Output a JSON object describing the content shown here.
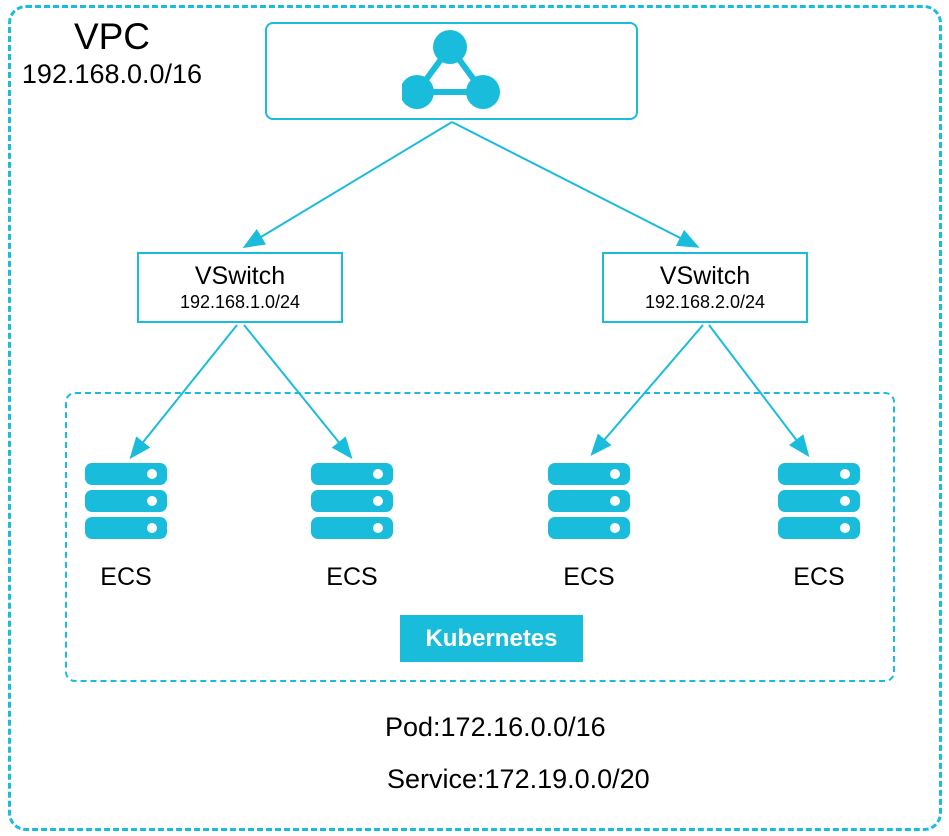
{
  "accent_color": "#1ABCDB",
  "vpc": {
    "label": "VPC",
    "cidr": "192.168.0.0/16"
  },
  "router": {
    "icon": "network-nodes-icon"
  },
  "vswitches": [
    {
      "label": "VSwitch",
      "cidr": "192.168.1.0/24"
    },
    {
      "label": "VSwitch",
      "cidr": "192.168.2.0/24"
    }
  ],
  "cluster": {
    "badge": "Kubernetes",
    "nodes": [
      {
        "label": "ECS"
      },
      {
        "label": "ECS"
      },
      {
        "label": "ECS"
      },
      {
        "label": "ECS"
      }
    ]
  },
  "annotations": {
    "pod": "Pod:172.16.0.0/16",
    "service": "Service:172.19.0.0/20"
  }
}
